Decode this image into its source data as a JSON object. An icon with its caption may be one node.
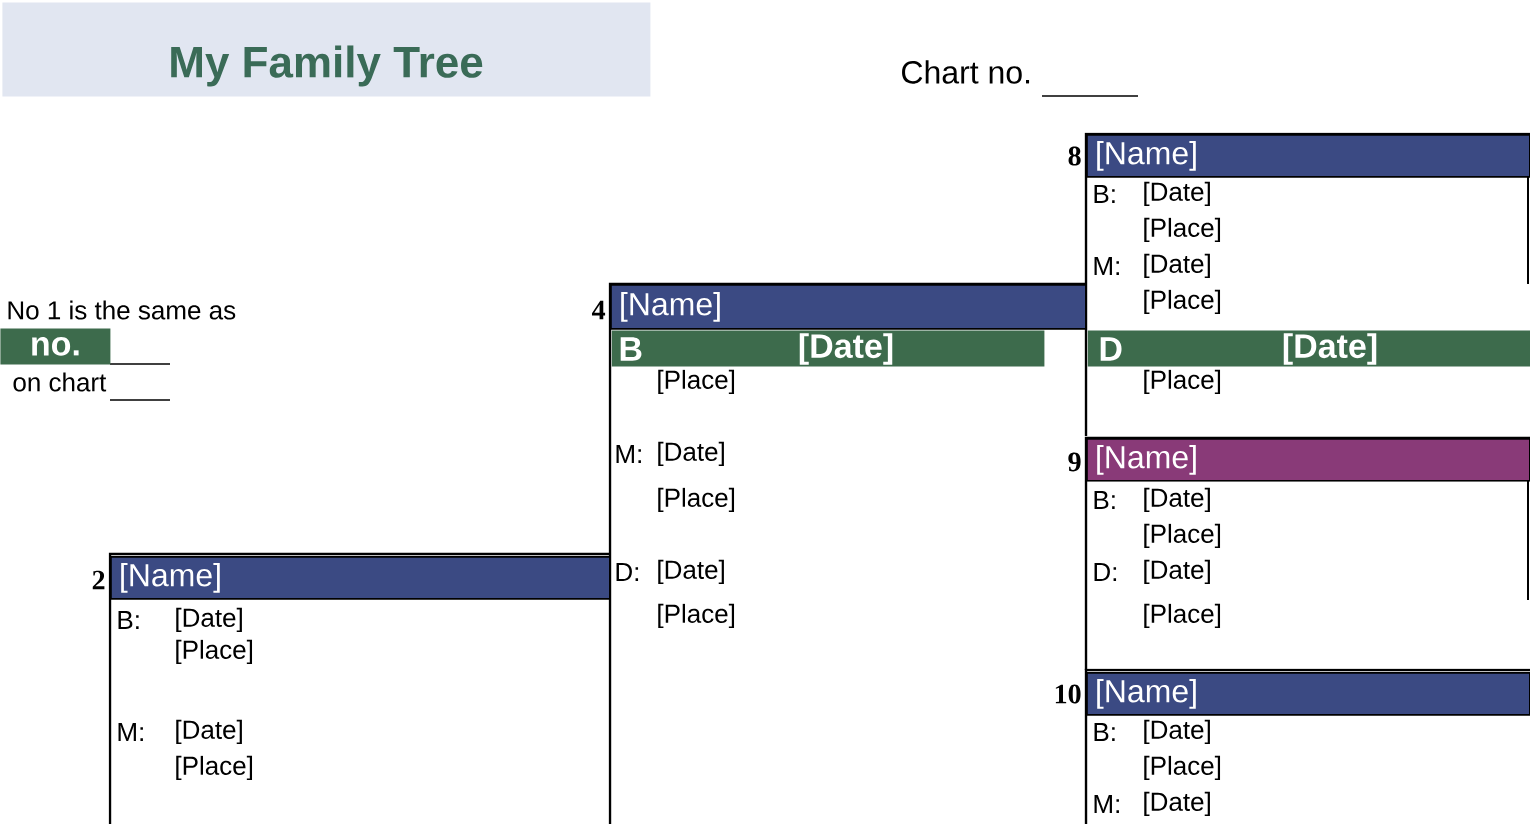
{
  "diagram": {
    "title": "My Family Tree",
    "nodes": [
      {
        "text": [
          "B:",
          "[Date]",
          "[Place]",
          "M:",
          "[Date]",
          "[Place]",
          "[Place]"
        ],
        "beside": [
          "8"
        ]
      },
      {
        "text": [
          "[Name]"
        ],
        "in": 0
      },
      {
        "text": [
          "D",
          "[Date]"
        ],
        "in": 0
      },
      {
        "text": [
          "[Place]",
          "M:",
          "[Date]",
          "[Place]",
          "D:",
          "[Date]",
          "[Place]"
        ],
        "beside": [
          "4"
        ]
      },
      {
        "text": [
          "[Name]"
        ],
        "in": 3
      },
      {
        "text": [
          "B",
          "[Date]"
        ],
        "in": 3
      },
      {
        "text": [
          "no."
        ],
        "beside": [
          "No 1 is the same as",
          "on chart"
        ]
      },
      {
        "text": [
          "B:",
          "[Date]",
          "[Place]",
          "D:",
          "[Date]",
          "[Place]"
        ],
        "beside": [
          "9"
        ]
      },
      {
        "text": [
          "[Name]"
        ],
        "in": 7
      },
      {
        "text": [
          "B:",
          "[Date]",
          "[Place]",
          "M:",
          "[Date]",
          "[Place]"
        ],
        "beside": [
          "2"
        ]
      },
      {
        "text": [
          "[Name]"
        ],
        "in": 9
      },
      {
        "text": [
          "B:",
          "[Date]",
          "[Place]",
          "M:",
          "[Date]"
        ],
        "beside": [
          "10"
        ]
      },
      {
        "text": [
          "[Name]"
        ],
        "in": 11
      }
    ],
    "labels": [
      "Chart no."
    ]
  }
}
